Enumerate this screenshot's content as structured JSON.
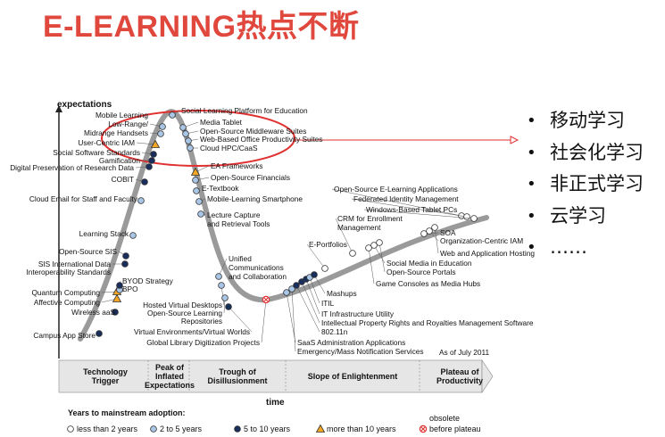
{
  "slide": {
    "title": "E-LEARNING热点不断"
  },
  "bullets": [
    "移动学习",
    "社会化学习",
    "非正式学习",
    "云学习",
    "……"
  ],
  "colors": {
    "title": "#e0473d",
    "curve": "#9a9a9a",
    "highlight": "#e03030",
    "less_than_2": "#ffffff",
    "two_to_5": "#a9c6e6",
    "five_to_10": "#1a2e5c",
    "more_than_10": "#f5a623",
    "obsolete": "#e03030"
  },
  "chart": {
    "y_axis_label": "expectations",
    "x_axis_label": "time",
    "as_of": "As of July 2011",
    "phases": [
      [
        "Technology",
        "Trigger"
      ],
      [
        "Peak of",
        "Inflated",
        "Expectations"
      ],
      [
        "Trough of",
        "Disillusionment"
      ],
      [
        "Slope of Enlightenment"
      ],
      [
        "Plateau of",
        "Productivity"
      ]
    ],
    "legend": {
      "title": "Years to mainstream adoption:",
      "items": [
        "less than 2 years",
        "2 to 5 years",
        "5 to 10 years",
        "more than 10 years",
        "obsolete",
        "before plateau"
      ]
    }
  },
  "technologies": [
    {
      "label": "Campus App Store",
      "category": "five_to_10"
    },
    {
      "label": "Wireless aaS",
      "category": "five_to_10"
    },
    {
      "label": "Affective Computing",
      "category": "more_than_10"
    },
    {
      "label": "Quantum Computing",
      "category": "more_than_10"
    },
    {
      "label": "BPO",
      "category": "two_to_5"
    },
    {
      "label": "BYOD Strategy",
      "category": "five_to_10"
    },
    {
      "label": "SIS International Data",
      "category": "five_to_10"
    },
    {
      "label": "Interoperability Standards",
      "category": "five_to_10"
    },
    {
      "label": "Open-Source SIS",
      "category": "five_to_10"
    },
    {
      "label": "Learning Stack",
      "category": "two_to_5"
    },
    {
      "label": "Cloud Email for Staff and Faculty",
      "category": "two_to_5"
    },
    {
      "label": "COBIT",
      "category": "five_to_10"
    },
    {
      "label": "Digital Preservation of Research Data",
      "category": "five_to_10"
    },
    {
      "label": "Gamification",
      "category": "five_to_10"
    },
    {
      "label": "Social Software Standards",
      "category": "five_to_10"
    },
    {
      "label": "User-Centric IAM",
      "category": "more_than_10"
    },
    {
      "label": "Midrange Handsets",
      "category": "two_to_5"
    },
    {
      "label": "Low-Range/",
      "category": "two_to_5"
    },
    {
      "label": "Mobile Learning",
      "category": "two_to_5"
    },
    {
      "label": "Social Learning Platform for Education",
      "category": "two_to_5"
    },
    {
      "label": "Media Tablet",
      "category": "two_to_5"
    },
    {
      "label": "Open-Source Middleware Suites",
      "category": "two_to_5"
    },
    {
      "label": "Web-Based Office Productivity Suites",
      "category": "two_to_5"
    },
    {
      "label": "Cloud HPC/CaaS",
      "category": "two_to_5"
    },
    {
      "label": "EA Frameworks",
      "category": "more_than_10"
    },
    {
      "label": "Open-Source Financials",
      "category": "two_to_5"
    },
    {
      "label": "E-Textbook",
      "category": "two_to_5"
    },
    {
      "label": "Mobile-Learning Smartphone",
      "category": "two_to_5"
    },
    {
      "label": "Lecture Capture",
      "category": "two_to_5"
    },
    {
      "label": "and Retrieval Tools",
      "category": "two_to_5"
    },
    {
      "label": "Unified",
      "category": "two_to_5"
    },
    {
      "label": "Communications",
      "category": "two_to_5"
    },
    {
      "label": "and Collaboration",
      "category": "two_to_5"
    },
    {
      "label": "Hosted Virtual Desktops",
      "category": "two_to_5"
    },
    {
      "label": "Open-Source Learning",
      "category": "two_to_5"
    },
    {
      "label": "Repositories",
      "category": "two_to_5"
    },
    {
      "label": "Virtual Environments/Virtual Worlds",
      "category": "five_to_10"
    },
    {
      "label": "Global Library Digitization Projects",
      "category": "obsolete"
    },
    {
      "label": "SaaS Administration Applications",
      "category": "two_to_5"
    },
    {
      "label": "Emergency/Mass Notification Services",
      "category": "two_to_5"
    },
    {
      "label": "802.11n",
      "category": "five_to_10"
    },
    {
      "label": "Intellectual Property Rights and Royalties Management Software",
      "category": "five_to_10"
    },
    {
      "label": "IT Infrastructure Utility",
      "category": "five_to_10"
    },
    {
      "label": "ITIL",
      "category": "two_to_5"
    },
    {
      "label": "Mashups",
      "category": "five_to_10"
    },
    {
      "label": "E-Portfolios",
      "category": "less_than_2"
    },
    {
      "label": "CRM for Enrollment",
      "category": "less_than_2"
    },
    {
      "label": "Management",
      "category": "less_than_2"
    },
    {
      "label": "Social Media in Education",
      "category": "less_than_2"
    },
    {
      "label": "Open-Source Portals",
      "category": "less_than_2"
    },
    {
      "label": "Game Consoles as Media Hubs",
      "category": "less_than_2"
    },
    {
      "label": "Open-Source E-Learning Applications",
      "category": "less_than_2"
    },
    {
      "label": "Federated Identity Management",
      "category": "less_than_2"
    },
    {
      "label": "Windows-Based Tablet PCs",
      "category": "less_than_2"
    },
    {
      "label": "SOA",
      "category": "less_than_2"
    },
    {
      "label": "Organization-Centric IAM",
      "category": "less_than_2"
    },
    {
      "label": "Web and Application Hosting",
      "category": "less_than_2"
    }
  ]
}
